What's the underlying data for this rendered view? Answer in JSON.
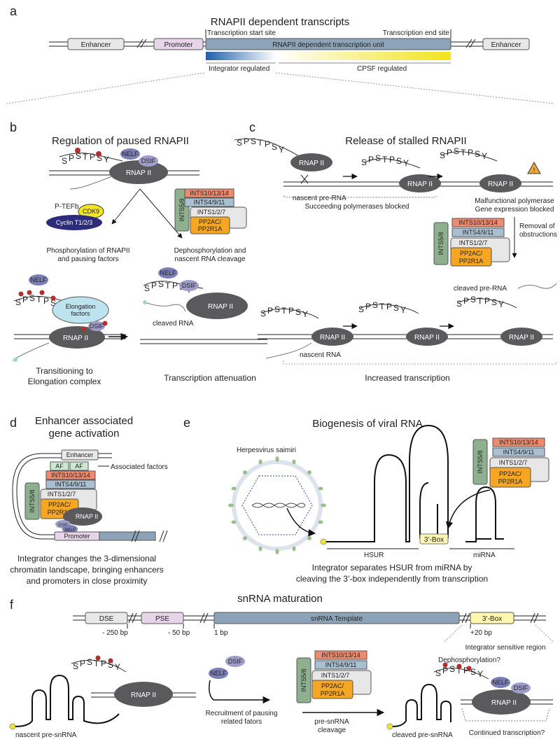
{
  "panels": {
    "a": "a",
    "b": "b",
    "c": "c",
    "d": "d",
    "e": "e",
    "f": "f"
  },
  "a": {
    "title": "RNAPII dependent transcripts",
    "tss": "Transcription start site",
    "tes": "Transcription end site",
    "enhancer_left": "Enhancer",
    "promoter": "Promoter",
    "unit": "RNAPII dependent transcription unit",
    "enhancer_right": "Enhancer",
    "integrator_regulated": "Integrator regulated",
    "cpsf_regulated": "CPSF regulated"
  },
  "complex": {
    "ints10": "INTS10/13/14",
    "ints4": "INTS4/9/11",
    "ints1": "INTS1/2/7",
    "pp2a_1": "PP2AC/",
    "pp2a_2": "PP2R1A",
    "ints5": "INTS5/8"
  },
  "ctd": {
    "s1": "S",
    "s2": "P",
    "s3": "S",
    "s4": "T",
    "s5": "P",
    "s6": "S",
    "s7": "Y"
  },
  "b": {
    "title": "Regulation of paused RNAPII",
    "rnap": "RNAP II",
    "nelf": "NELF",
    "dsif": "DSIF",
    "ptefb": "P-TEFb",
    "cdk9": "CDK9",
    "cyclin": "Cyclin T1/2/3",
    "phos1": "Phosphorylation of RNAPII",
    "phos2": "and pausing factors",
    "dephos1": "Dephosphorylation and",
    "dephos2": "nascent RNA cleavage",
    "elong1": "Elongation",
    "elong2": "factors",
    "cleaved": "cleaved RNA",
    "trans1": "Transitioning to",
    "trans2": "Elongation complex",
    "attenuation": "Transcription attenuation"
  },
  "c": {
    "title": "Release of stalled RNAPII",
    "rnap": "RNAP II",
    "nascent_pre": "nascent pre-RNA",
    "succeeding": "Succeeding polymerases blocked",
    "malf1": "Malfunctional polymerase",
    "malf2": "Gene expression blocked",
    "removal1": "Removal of",
    "removal2": "obstructions",
    "cleaved_pre": "cleaved pre-RNA",
    "nascent": "nascent RNA",
    "increased": "Increased transcription"
  },
  "d": {
    "title1": "Enhancer associated",
    "title2": "gene activation",
    "enhancer": "Enhancer",
    "af1": "AF",
    "af2": "AF",
    "assoc": "Associated factors",
    "rnap": "RNAP II",
    "dsif": "DSIF",
    "nelf": "NELF",
    "promoter": "Promoter",
    "cap1": "Integrator changes the 3-dimensional",
    "cap2": "chromatin landscape, bringing enhancers",
    "cap3": "and promoters in close proximity"
  },
  "e": {
    "title": "Biogenesis of viral RNA",
    "virus": "Herpesvirus saimiri",
    "box3": "3’-Box",
    "hsur": "HSUR",
    "mirna": "miRNA",
    "cap1": "Integrator separates HSUR from miRNA by",
    "cap2": "cleaving the 3’-box independently from transcription"
  },
  "f": {
    "title": "snRNA maturation",
    "dse": "DSE",
    "pse": "PSE",
    "template": "snRNA Template",
    "box3": "3’-Box",
    "m250": "- 250 bp",
    "m50": "- 50 bp",
    "p1": "1 bp",
    "p20": "+20 bp",
    "sensitive": "Integrator sensitive region",
    "dephos": "Dephosphorylation?",
    "nelf": "NELF",
    "dsif": "DSIF",
    "rnap": "RNAP II",
    "nascent": "nascent pre-snRNA",
    "recruit1": "Recruitment of pausing",
    "recruit2": "related fators",
    "prec1": "pre-snRNA",
    "prec2": "cleavage",
    "cleaved": "cleaved pre-snRNA",
    "continued": "Continued transcription?"
  },
  "colors": {
    "polymerase": "#5a5a5c",
    "nelf": "#7b7fb5",
    "dsif": "#9e9ec8",
    "ints10": "#f08a6e",
    "ints4": "#a9bfd2",
    "ints1": "#e7e7e7",
    "pp2a": "#f5a623",
    "ints5": "#8fb08e",
    "cdk9": "#f2e527",
    "cyclin": "#2d2c7a",
    "phospho": "#b0302f",
    "unit": "#8da4b8"
  }
}
